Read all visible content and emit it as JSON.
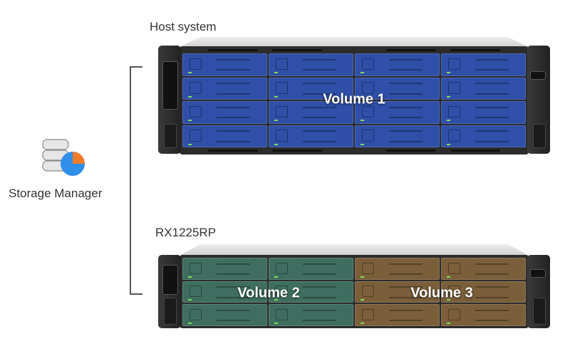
{
  "app_label": "Storage Manager",
  "app_icon": "storage-manager-icon",
  "host": {
    "title": "Host system",
    "volume": "Volume 1",
    "rows": 4,
    "cols": 4,
    "color": "#2f4fa8"
  },
  "expansion": {
    "title": "RX1225RP",
    "rows": 3,
    "cols": 4,
    "volumes": [
      {
        "label": "Volume 2",
        "color": "#3f6e60"
      },
      {
        "label": "Volume 3",
        "color": "#7a5f3a"
      }
    ]
  }
}
